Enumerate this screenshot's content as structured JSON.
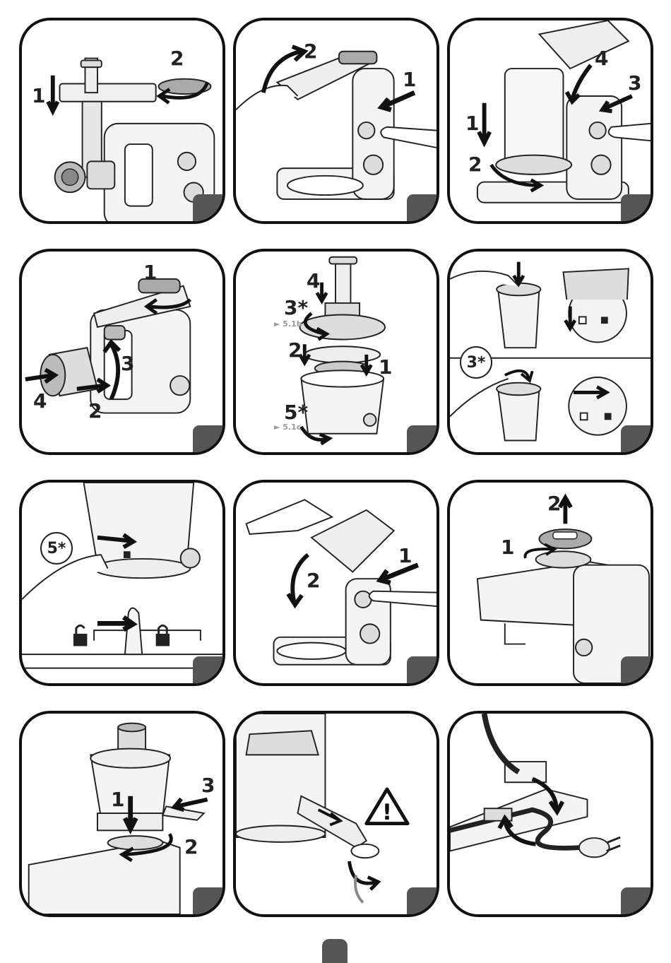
{
  "panels": [
    {
      "labels": [
        "1",
        "2"
      ]
    },
    {
      "labels": [
        "2",
        "1"
      ]
    },
    {
      "labels": [
        "4",
        "3",
        "1",
        "2"
      ]
    },
    {
      "labels": [
        "1",
        "3",
        "4",
        "2"
      ]
    },
    {
      "labels": [
        "4",
        "3*",
        "2",
        "1",
        "5*"
      ],
      "refs": [
        "► 5.1b",
        "► 5.1c"
      ]
    },
    {
      "labels": [
        "3*"
      ]
    },
    {
      "labels": [
        "5*"
      ]
    },
    {
      "labels": [
        "1",
        "2"
      ]
    },
    {
      "labels": [
        "2",
        "1"
      ]
    },
    {
      "labels": [
        "1",
        "3",
        "2"
      ]
    },
    {
      "labels": [],
      "warning_symbol": "!"
    },
    {
      "labels": []
    }
  ],
  "icons": [
    "down-arrow-icon",
    "rotate-arrow-icon",
    "padlock-open-icon",
    "padlock-closed-icon",
    "warning-triangle-icon",
    "plug-icon"
  ],
  "colors": {
    "ink": "#111111",
    "shade": "#cccccc",
    "tab": "#555555",
    "ref_text": "#999999"
  }
}
